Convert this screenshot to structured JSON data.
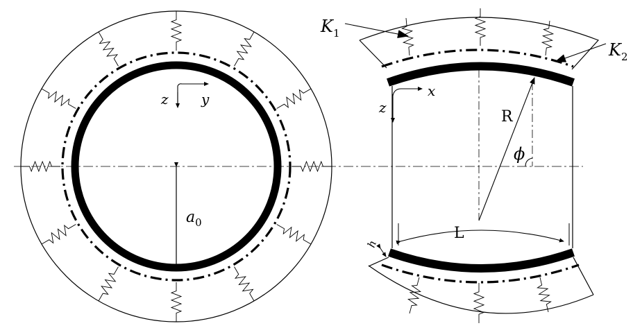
{
  "labels": {
    "k1_main": "K",
    "k1_sub": "1",
    "k2_main": "K",
    "k2_sub": "2",
    "z_left": "z",
    "y_left": "y",
    "x_right": "x",
    "z_right": "z",
    "radius": "R",
    "angle": "ϕ",
    "a0_main": "a",
    "a0_sub": "0",
    "length": "L",
    "thickness": "h"
  },
  "colors": {
    "ink": "#000000",
    "background": "#ffffff"
  }
}
